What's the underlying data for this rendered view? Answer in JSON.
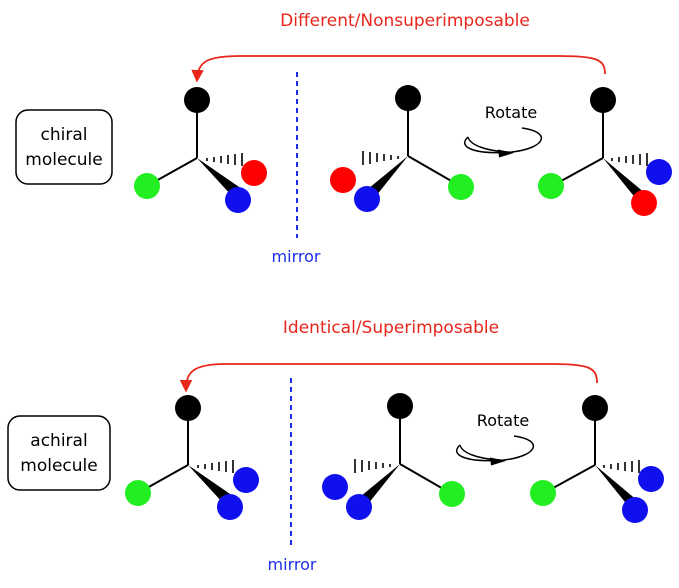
{
  "colors": {
    "red_text": "#e8261c",
    "mirror_blue": "#1b2ee8",
    "atom_black": "#000000",
    "atom_green": "#22ee22",
    "atom_red": "#ff0000",
    "atom_blue": "#1010ee"
  },
  "top": {
    "relation": "Different/Nonsuperimposable",
    "box_line1": "chiral",
    "box_line2": "molecule",
    "rotate": "Rotate",
    "mirror": "mirror"
  },
  "bottom": {
    "relation": "Identical/Superimposable",
    "box_line1": "achiral",
    "box_line2": "molecule",
    "rotate": "Rotate",
    "mirror": "mirror"
  }
}
